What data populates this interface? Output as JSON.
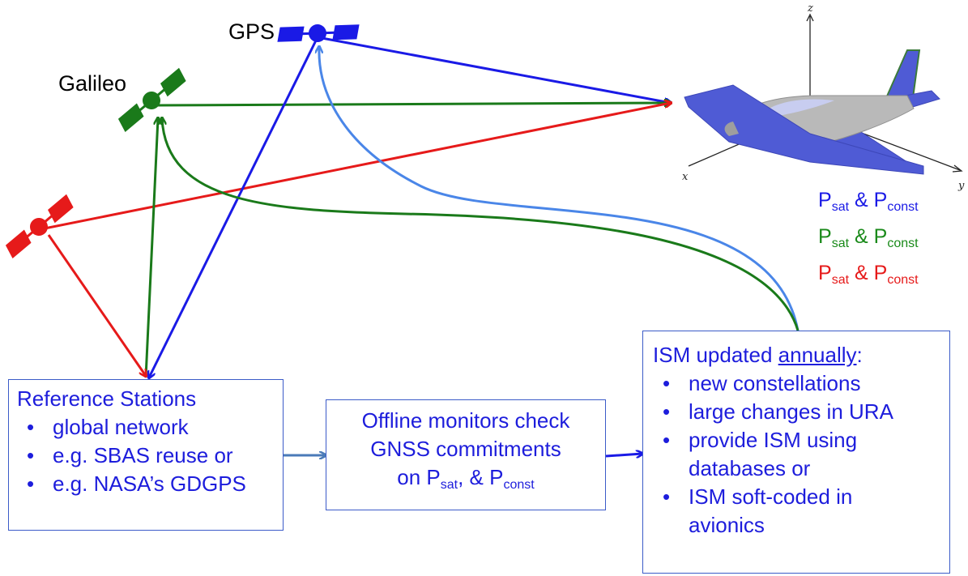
{
  "satellites": {
    "gps": {
      "label": "GPS",
      "color": "#1a1ae6"
    },
    "galileo": {
      "label": "Galileo",
      "color": "#1a7a1a"
    },
    "third": {
      "label": "",
      "color": "#e61a1a"
    }
  },
  "aircraft": {
    "axes": {
      "x": "x",
      "y": "y",
      "z": "z"
    },
    "body_color": "#b9b9b9",
    "wing_color": "#4f5bd5"
  },
  "probabilities": {
    "p_symbol": "P",
    "sat_sub": "sat",
    "const_sub": "const",
    "amp": "&",
    "lines": [
      {
        "color": "#1a1ae6"
      },
      {
        "color": "#1a8a1a"
      },
      {
        "color": "#e61a1a"
      }
    ]
  },
  "reference_box": {
    "title": "Reference Stations",
    "items": [
      "global network",
      "e.g. SBAS reuse or",
      "e.g. NASA’s GDGPS"
    ]
  },
  "offline_box": {
    "line1": "Offline monitors check",
    "line2": "GNSS commitments",
    "line3_prefix": "on P",
    "line3_sub1": "sat",
    "line3_mid": ", & P",
    "line3_sub2": "const"
  },
  "ism_box": {
    "title_prefix": "ISM updated ",
    "title_underlined": "annually",
    "title_suffix": ":",
    "items": [
      "new constellations",
      "large changes in URA",
      "provide ISM using databases or",
      "ISM soft-coded in avionics"
    ]
  }
}
